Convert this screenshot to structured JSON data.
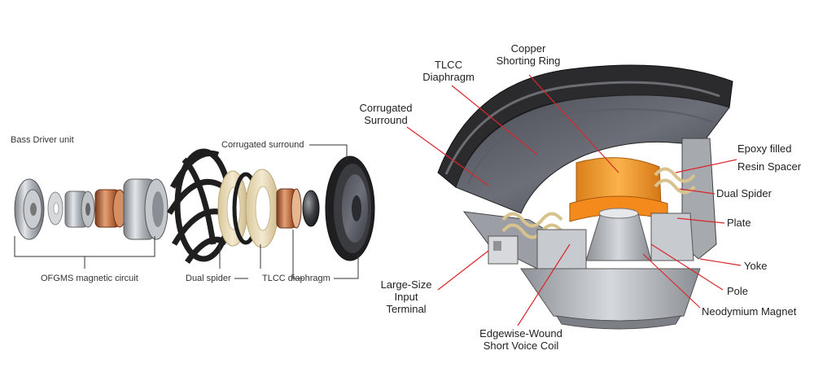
{
  "exploded": {
    "title": "Bass Driver unit",
    "labels": {
      "corrugated_surround": "Corrugated surround",
      "magnetic_circuit": "OFGMS magnetic circuit",
      "dual_spider": "Dual spider",
      "tlcc_diaphragm": "TLCC diaphragm"
    }
  },
  "cutaway": {
    "labels": {
      "copper_ring_1": "Copper",
      "copper_ring_2": "Shorting Ring",
      "tlcc_1": "TLCC",
      "tlcc_2": "Diaphragm",
      "corrugated_1": "Corrugated",
      "corrugated_2": "Surround",
      "epoxy_1": "Epoxy filled",
      "epoxy_2": "Resin Spacer",
      "dual_spider": "Dual Spider",
      "plate": "Plate",
      "yoke": "Yoke",
      "pole": "Pole",
      "neodymium": "Neodymium Magnet",
      "terminal_1": "Large-Size",
      "terminal_2": "Input",
      "terminal_3": "Terminal",
      "voice_coil_1": "Edgewise-Wound",
      "voice_coil_2": "Short Voice Coil"
    }
  },
  "colors": {
    "leader_exploded": "#333333",
    "leader_cutaway": "#d9262b",
    "copper": "#c87a4a",
    "orange_ring": "#f39a1f",
    "cream": "#efe2c2",
    "frame_dark": "#2b2b2b",
    "metal": "#b9bdc2"
  }
}
